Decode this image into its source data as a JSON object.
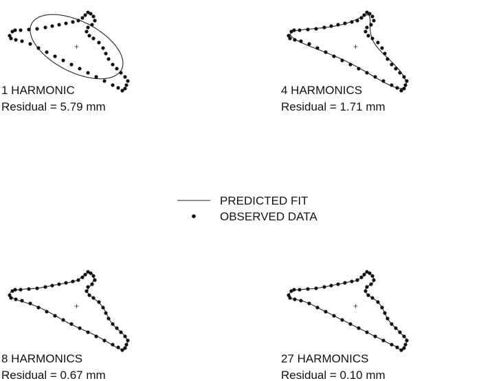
{
  "chart_data": {
    "type": "scatter",
    "title": "",
    "legend": {
      "placement": "center",
      "entries": [
        {
          "symbol": "line",
          "label": "PREDICTED FIT"
        },
        {
          "symbol": "dot",
          "label": "OBSERVED DATA"
        }
      ]
    },
    "observed_outline": [
      [
        14,
        44
      ],
      [
        10,
        50
      ],
      [
        12,
        54
      ],
      [
        19,
        56
      ],
      [
        28,
        58
      ],
      [
        40,
        62
      ],
      [
        52,
        68
      ],
      [
        64,
        74
      ],
      [
        76,
        80
      ],
      [
        88,
        86
      ],
      [
        100,
        92
      ],
      [
        112,
        98
      ],
      [
        124,
        104
      ],
      [
        136,
        110
      ],
      [
        148,
        116
      ],
      [
        160,
        122
      ],
      [
        168,
        126
      ],
      [
        174,
        130
      ],
      [
        178,
        127
      ],
      [
        180,
        122
      ],
      [
        182,
        116
      ],
      [
        178,
        110
      ],
      [
        172,
        104
      ],
      [
        166,
        98
      ],
      [
        160,
        92
      ],
      [
        154,
        84
      ],
      [
        150,
        76
      ],
      [
        146,
        68
      ],
      [
        140,
        60
      ],
      [
        132,
        54
      ],
      [
        126,
        50
      ],
      [
        122,
        44
      ],
      [
        124,
        38
      ],
      [
        130,
        34
      ],
      [
        134,
        28
      ],
      [
        132,
        22
      ],
      [
        128,
        18
      ],
      [
        124,
        16
      ],
      [
        120,
        20
      ],
      [
        116,
        24
      ],
      [
        110,
        28
      ],
      [
        102,
        30
      ],
      [
        92,
        32
      ],
      [
        82,
        34
      ],
      [
        72,
        36
      ],
      [
        62,
        38
      ],
      [
        50,
        40
      ],
      [
        38,
        41
      ],
      [
        26,
        42
      ],
      [
        18,
        42
      ]
    ],
    "panels": [
      {
        "name": "1 HARMONIC",
        "residual": "Residual = 5.79 mm",
        "harmonics": 1,
        "residual_mm": 5.79
      },
      {
        "name": "4 HARMONICS",
        "residual": "Residual = 1.71 mm",
        "harmonics": 4,
        "residual_mm": 1.71
      },
      {
        "name": "8 HARMONICS",
        "residual": "Residual = 0.67 mm",
        "harmonics": 8,
        "residual_mm": 0.67
      },
      {
        "name": "27 HARMONICS",
        "residual": "Residual = 0.10 mm",
        "harmonics": 27,
        "residual_mm": 0.1
      }
    ]
  }
}
